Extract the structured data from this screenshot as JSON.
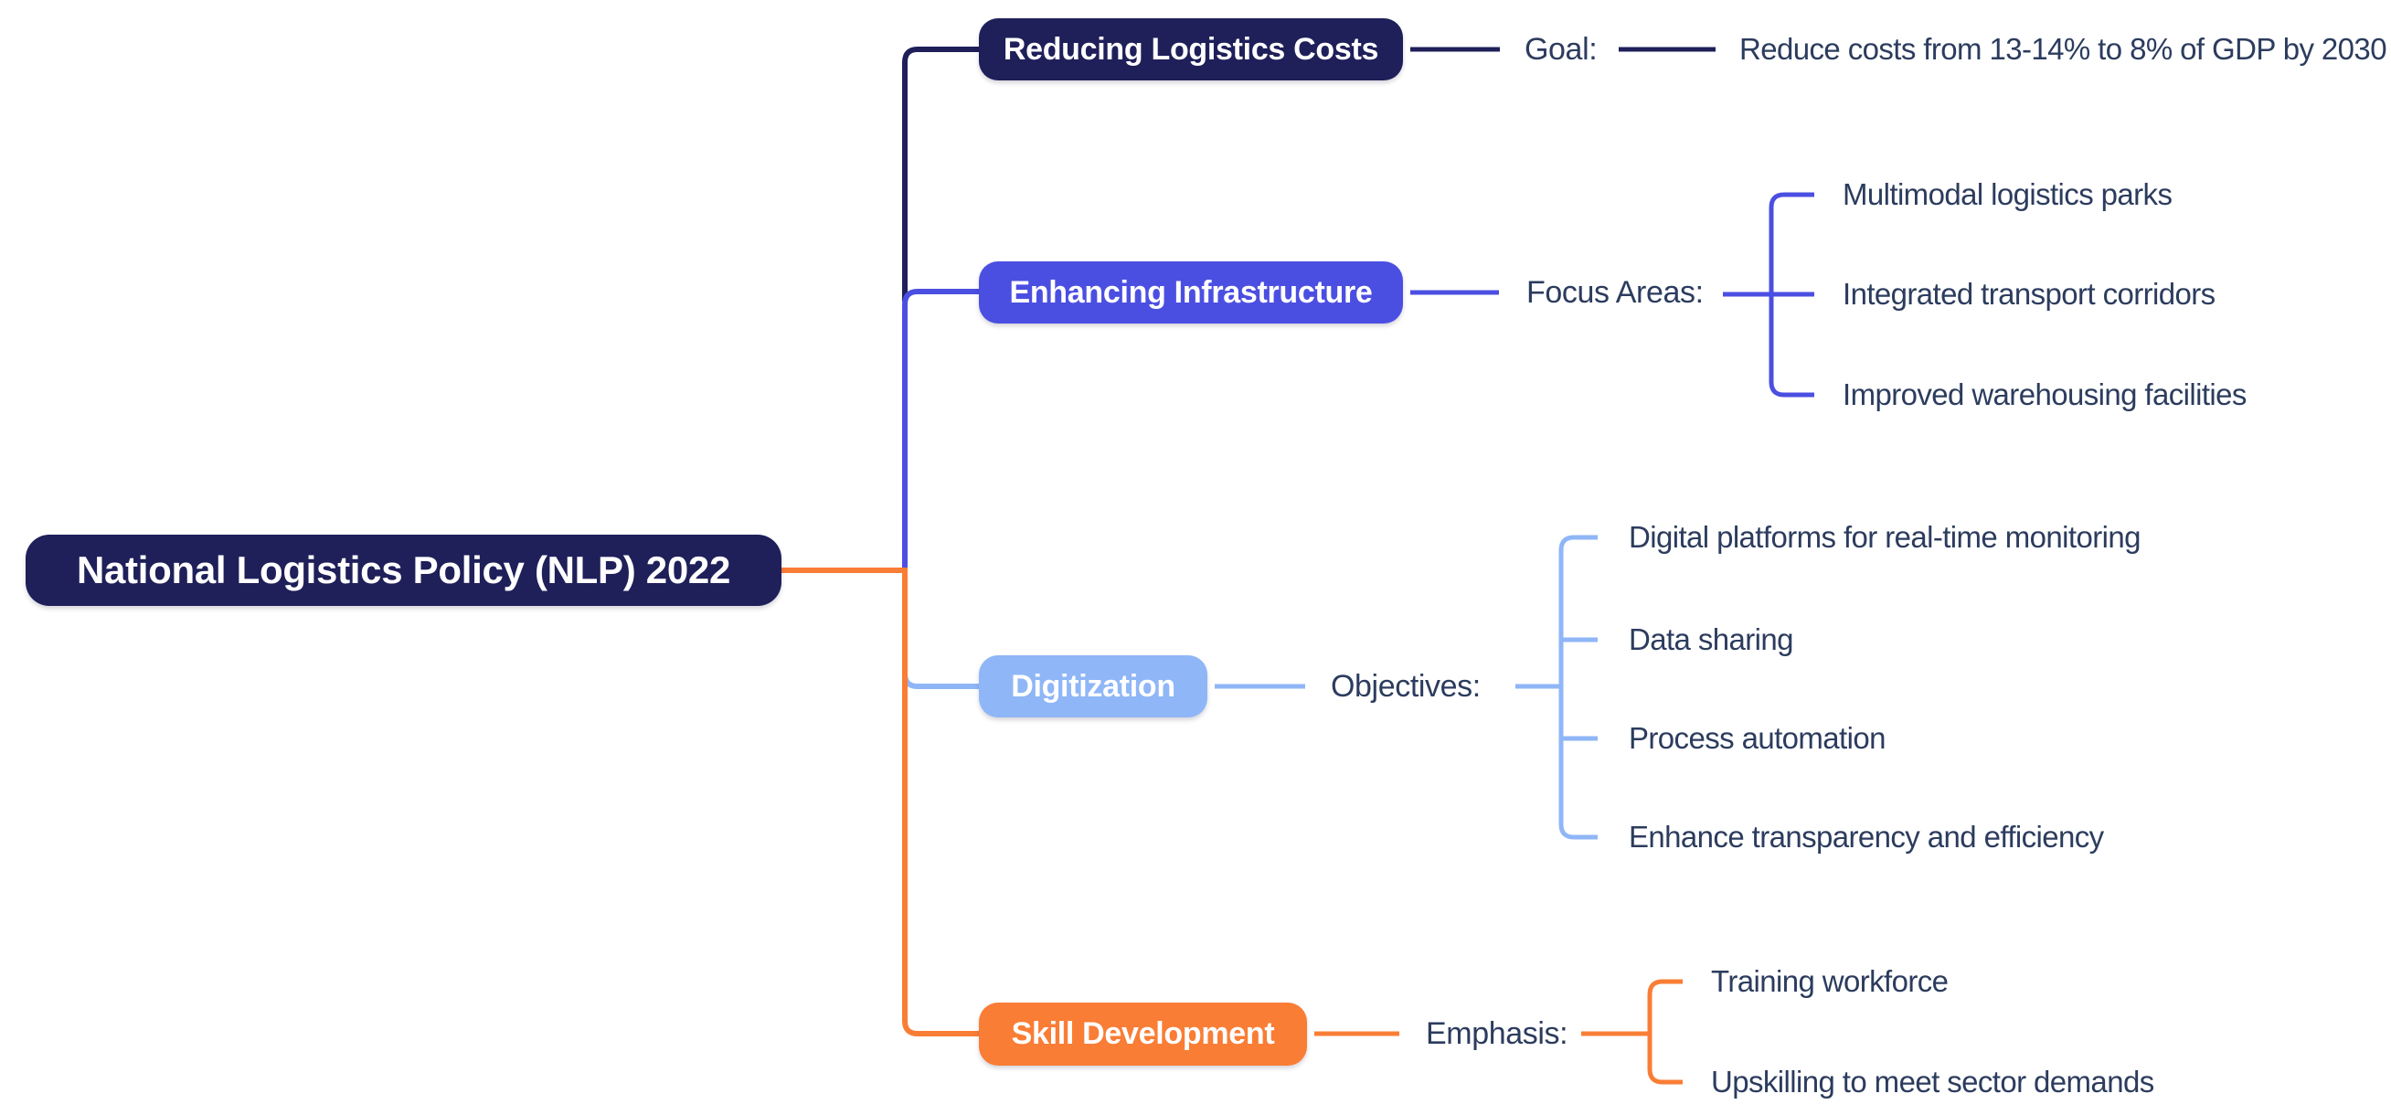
{
  "title": "National Logistics Policy (NLP) 2022 mind map",
  "colors": {
    "navy": "#1f1f5a",
    "indigo": "#4b4fe1",
    "light_blue": "#8fb6f7",
    "orange": "#f97d35",
    "text": "#2c3c5e",
    "node_text": "#ffffff",
    "background": "#ffffff"
  },
  "root": {
    "label": "National Logistics Policy (NLP) 2022"
  },
  "branches": [
    {
      "label": "Reducing Logistics Costs",
      "color_key": "navy",
      "annotation": "Goal:",
      "items": [
        "Reduce costs from 13-14% to 8% of GDP by 2030"
      ]
    },
    {
      "label": "Enhancing Infrastructure",
      "color_key": "indigo",
      "annotation": "Focus Areas:",
      "items": [
        "Multimodal logistics parks",
        "Integrated transport corridors",
        "Improved warehousing facilities"
      ]
    },
    {
      "label": "Digitization",
      "color_key": "light_blue",
      "annotation": "Objectives:",
      "items": [
        "Digital platforms for real-time monitoring",
        "Data sharing",
        "Process automation",
        "Enhance transparency and efficiency"
      ]
    },
    {
      "label": "Skill Development",
      "color_key": "orange",
      "annotation": "Emphasis:",
      "items": [
        "Training workforce",
        "Upskilling to meet sector demands"
      ]
    }
  ]
}
